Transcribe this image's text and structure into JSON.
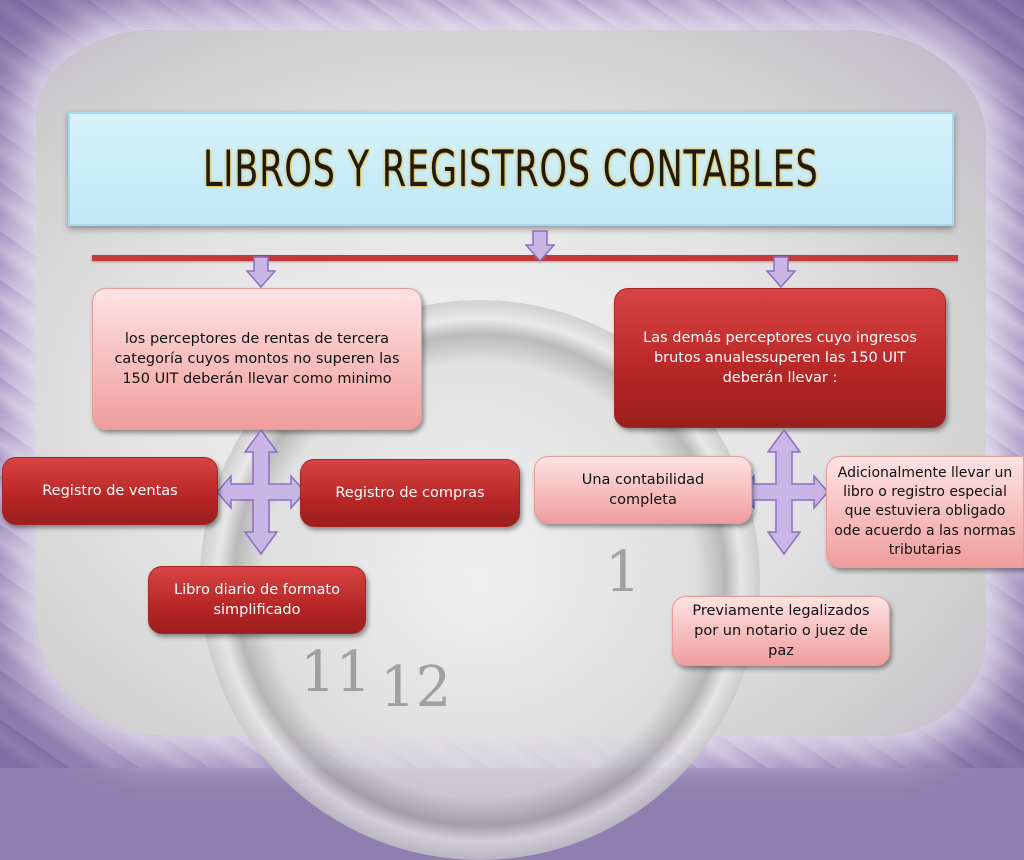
{
  "title": "LIBROS Y REGISTROS CONTABLES",
  "left_branch": {
    "condition": "los perceptores  de rentas  de tercera categoría cuyos montos no superen las 150 UIT  deberán llevar como minimo",
    "left": "Registro de ventas",
    "right": "Registro de compras",
    "bottom": "Libro diario de  formato simplificado"
  },
  "right_branch": {
    "condition": "Las demás perceptores  cuyo ingresos brutos  anualessuperen  las 150 UIT deberán llevar :",
    "left": "Una contabilidad completa",
    "right": "Adicionalmente llevar un libro o registro especial  que estuviera obligado  ode acuerdo a las normas  tributarias",
    "bottom": "Previamente legalizados por un notario o juez de paz"
  },
  "background_numbers": [
    "11",
    "12",
    "1"
  ],
  "colors": {
    "header_fill": "#c8ecf8",
    "connector_bar": "#c23a3a",
    "arrow_fill": "#c9b6e6",
    "arrow_stroke": "#8a6fc0",
    "pink_box": "#f6b9b9",
    "red_box": "#b72626"
  }
}
